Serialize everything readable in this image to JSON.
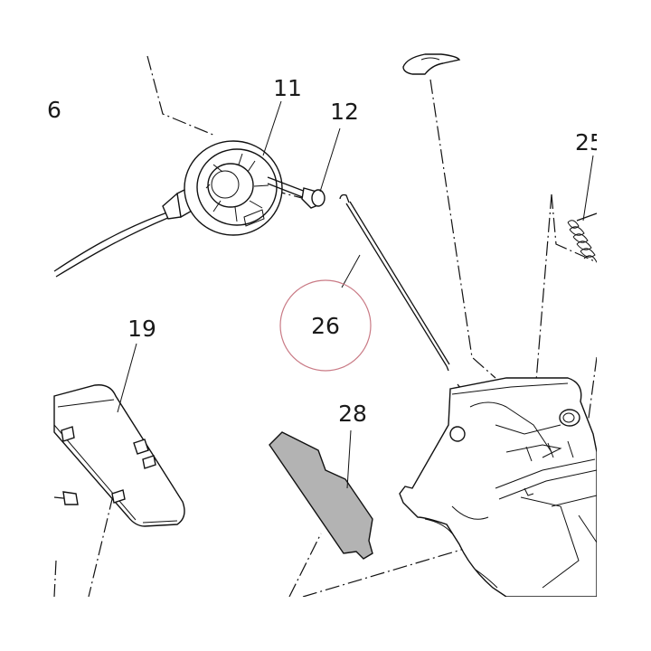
{
  "diagram": {
    "callouts": [
      {
        "id": "part-6",
        "label": "6"
      },
      {
        "id": "part-11",
        "label": "11"
      },
      {
        "id": "part-12",
        "label": "12"
      },
      {
        "id": "part-19",
        "label": "19"
      },
      {
        "id": "part-25",
        "label": "25"
      },
      {
        "id": "part-26",
        "label": "26",
        "highlighted": true
      },
      {
        "id": "part-28",
        "label": "28"
      }
    ],
    "colors": {
      "line": "#111111",
      "highlight_circle": "#c97a85",
      "part_28_fill": "#b3b3b3"
    }
  }
}
